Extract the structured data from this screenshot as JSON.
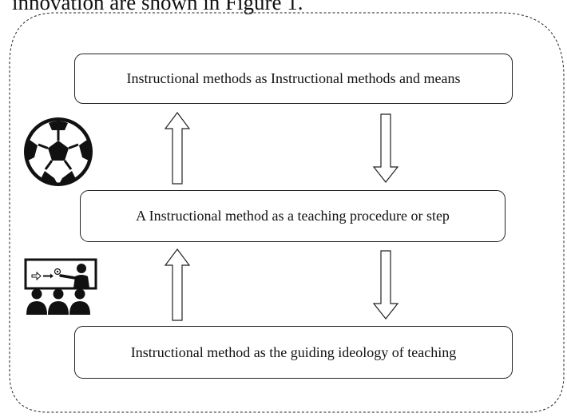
{
  "intro_text": "innovation are shown in Figure 1.",
  "boxes": {
    "top": "Instructional methods as Instructional methods and means",
    "middle": "A Instructional method as a teaching procedure or step",
    "bottom": "Instructional method as the guiding ideology of teaching"
  },
  "icons": {
    "left_upper": "soccer-ball-icon",
    "left_lower": "teacher-classroom-icon"
  },
  "colors": {
    "stroke": "#222222",
    "background": "#ffffff"
  }
}
